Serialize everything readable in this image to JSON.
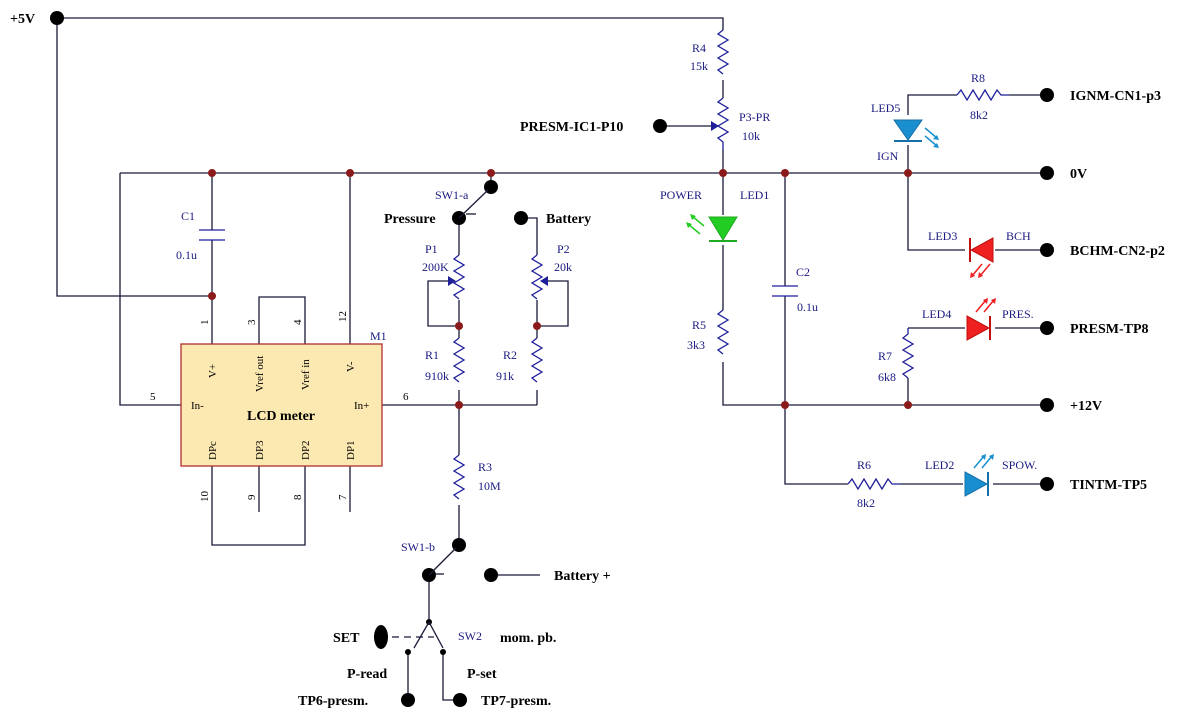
{
  "nets": {
    "plus5": "+5V",
    "zero": "0V",
    "plus12": "+12V",
    "presm_ic1": "PRESM-IC1-P10",
    "ignm": "IGNM-CN1-p3",
    "bchm": "BCHM-CN2-p2",
    "presm_tp8": "PRESM-TP8",
    "tintm": "TINTM-TP5",
    "battery_plus": "Battery +",
    "tp6": "TP6-presm.",
    "tp7": "TP7-presm."
  },
  "switch_labels": {
    "sw1a": "SW1-a",
    "sw1b": "SW1-b",
    "pressure": "Pressure",
    "battery": "Battery",
    "set": "SET",
    "sw2": "SW2",
    "mompb": "mom. pb.",
    "pread": "P-read",
    "pset": "P-set"
  },
  "components": {
    "r4": {
      "name": "R4",
      "value": "15k"
    },
    "p3": {
      "name": "P3-PR",
      "value": "10k"
    },
    "c1": {
      "name": "C1",
      "value": "0.1u"
    },
    "c2": {
      "name": "C2",
      "value": "0.1u"
    },
    "p1": {
      "name": "P1",
      "value": "200K"
    },
    "p2": {
      "name": "P2",
      "value": "20k"
    },
    "r1": {
      "name": "R1",
      "value": "910k"
    },
    "r2": {
      "name": "R2",
      "value": "91k"
    },
    "r3": {
      "name": "R3",
      "value": "10M"
    },
    "r5": {
      "name": "R5",
      "value": "3k3"
    },
    "r6": {
      "name": "R6",
      "value": "8k2"
    },
    "r7": {
      "name": "R7",
      "value": "6k8"
    },
    "r8": {
      "name": "R8",
      "value": "8k2"
    },
    "led1": {
      "name": "LED1",
      "label": "POWER"
    },
    "led2": {
      "name": "LED2",
      "label": "SPOW."
    },
    "led3": {
      "name": "LED3",
      "label": "BCH"
    },
    "led4": {
      "name": "LED4",
      "label": "PRES."
    },
    "led5": {
      "name": "LED5",
      "label": "IGN"
    }
  },
  "lcd": {
    "ref": "M1",
    "title": "LCD meter",
    "top_pins": [
      "V+",
      "Vref out",
      "Vref in",
      "V-"
    ],
    "top_pin_numbers": [
      "1",
      "3",
      "4",
      "12"
    ],
    "bottom_pins": [
      "DPc",
      "DP3",
      "DP2",
      "DP1"
    ],
    "bottom_pin_numbers": [
      "10",
      "9",
      "8",
      "7"
    ],
    "in_minus": "In-",
    "in_plus": "In+",
    "in_minus_pin": "5",
    "in_plus_pin": "6"
  },
  "colors": {
    "wire": "#1a1a3a",
    "component": "#1f1f9a",
    "junction": "#8b1a1a",
    "lcd_fill": "#fce9b2",
    "lcd_border": "#b03030",
    "led_green": "#22cc22",
    "led_red": "#ee2020",
    "led_blue": "#1a8fd0"
  }
}
